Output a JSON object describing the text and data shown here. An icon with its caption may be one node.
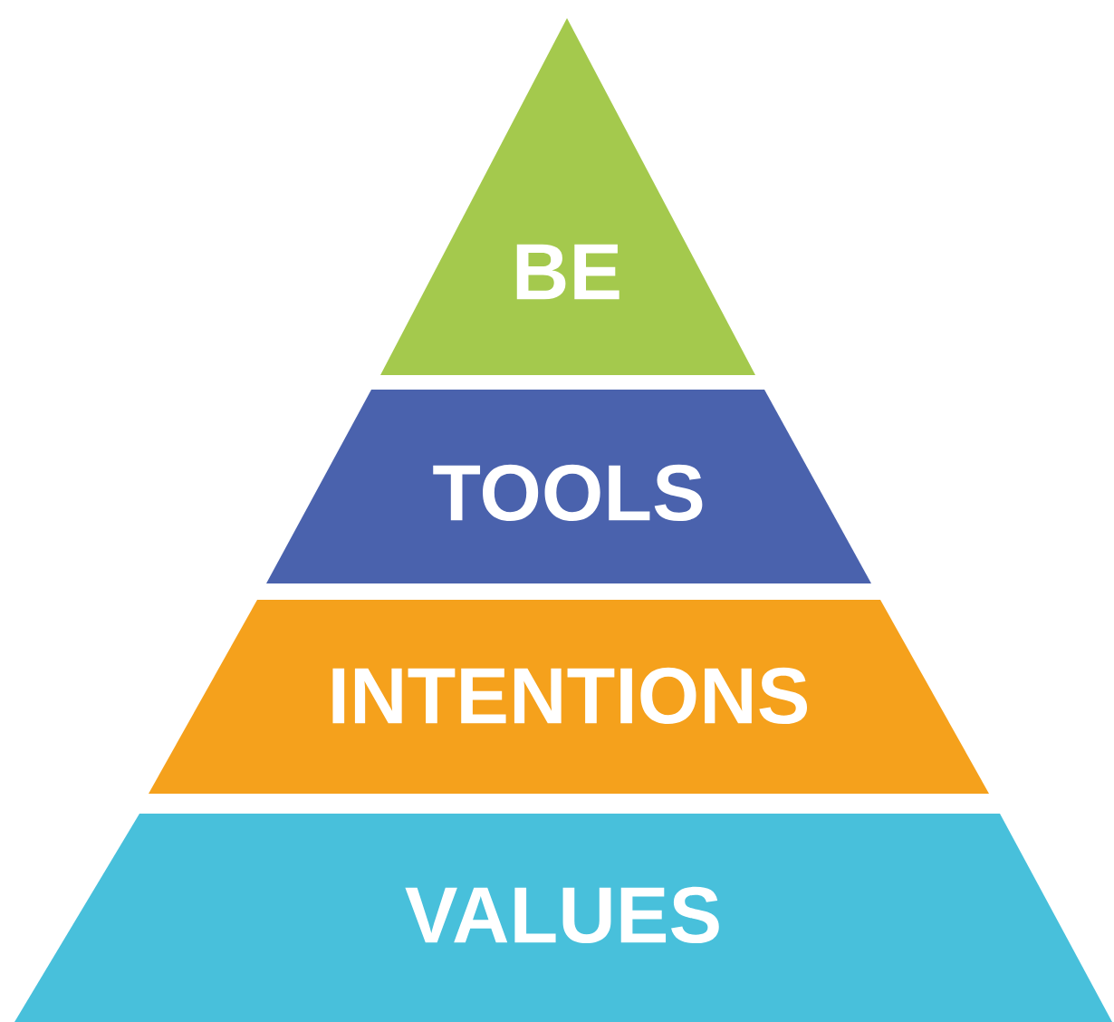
{
  "diagram": {
    "nodes": [
      {
        "text": [
          "BE"
        ]
      },
      {
        "text": [
          "TOOLS"
        ]
      },
      {
        "text": [
          "INTENTIONS"
        ]
      },
      {
        "text": [
          "VALUES"
        ]
      }
    ]
  }
}
